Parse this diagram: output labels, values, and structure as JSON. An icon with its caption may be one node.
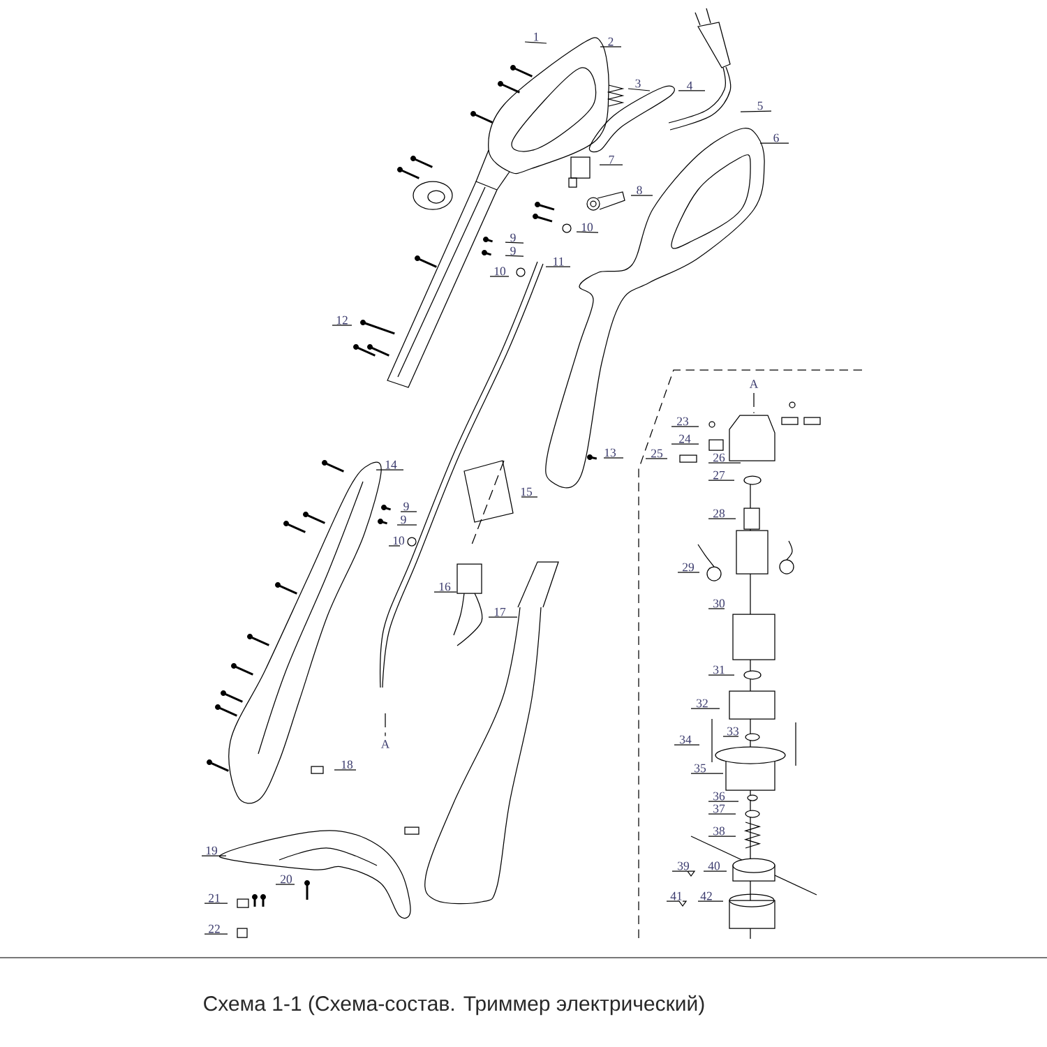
{
  "diagram": {
    "caption": "Схема 1-1 (Схема-состав. Триммер электрический)",
    "nodes": [
      {
        "text": [
          "1"
        ]
      },
      {
        "text": [
          "2"
        ]
      },
      {
        "text": [
          "3"
        ]
      },
      {
        "text": [
          "4"
        ]
      },
      {
        "text": [
          "5"
        ]
      },
      {
        "text": [
          "6"
        ]
      },
      {
        "text": [
          "7"
        ]
      },
      {
        "text": [
          "8"
        ]
      },
      {
        "text": [
          "10"
        ]
      },
      {
        "text": [
          "9"
        ]
      },
      {
        "text": [
          "9"
        ]
      },
      {
        "text": [
          "10"
        ]
      },
      {
        "text": [
          "11"
        ]
      },
      {
        "text": [
          "12"
        ]
      },
      {
        "text": [
          "13"
        ]
      },
      {
        "text": [
          "14"
        ]
      },
      {
        "text": [
          "15"
        ]
      },
      {
        "text": [
          "9"
        ]
      },
      {
        "text": [
          "9"
        ]
      },
      {
        "text": [
          "10"
        ]
      },
      {
        "text": [
          "16"
        ]
      },
      {
        "text": [
          "17"
        ]
      },
      {
        "text": [
          "18"
        ]
      },
      {
        "text": [
          "19"
        ]
      },
      {
        "text": [
          "20"
        ]
      },
      {
        "text": [
          "21"
        ]
      },
      {
        "text": [
          "22"
        ]
      },
      {
        "text": [
          "23"
        ]
      },
      {
        "text": [
          "24"
        ]
      },
      {
        "text": [
          "25"
        ]
      },
      {
        "text": [
          "26"
        ]
      },
      {
        "text": [
          "27"
        ]
      },
      {
        "text": [
          "28"
        ]
      },
      {
        "text": [
          "29"
        ]
      },
      {
        "text": [
          "30"
        ]
      },
      {
        "text": [
          "31"
        ]
      },
      {
        "text": [
          "32"
        ]
      },
      {
        "text": [
          "33"
        ]
      },
      {
        "text": [
          "34"
        ]
      },
      {
        "text": [
          "35"
        ]
      },
      {
        "text": [
          "36"
        ]
      },
      {
        "text": [
          "37"
        ]
      },
      {
        "text": [
          "38"
        ]
      },
      {
        "text": [
          "39"
        ]
      },
      {
        "text": [
          "40"
        ]
      },
      {
        "text": [
          "41"
        ]
      },
      {
        "text": [
          "42"
        ]
      }
    ],
    "edges": [
      {
        "from": 0,
        "to": null,
        "arrow": "none"
      },
      {
        "from": 1,
        "to": null,
        "arrow": "none"
      },
      {
        "from": 2,
        "to": null,
        "arrow": "none"
      },
      {
        "from": 3,
        "to": null,
        "arrow": "none"
      },
      {
        "from": 4,
        "to": null,
        "arrow": "none"
      },
      {
        "from": 5,
        "to": null,
        "arrow": "none"
      },
      {
        "from": 6,
        "to": null,
        "arrow": "none"
      },
      {
        "from": 7,
        "to": null,
        "arrow": "none"
      },
      {
        "from": 8,
        "to": null,
        "arrow": "none"
      },
      {
        "from": 9,
        "to": null,
        "arrow": "none"
      },
      {
        "from": 10,
        "to": null,
        "arrow": "none"
      },
      {
        "from": 11,
        "to": null,
        "arrow": "none"
      },
      {
        "from": 12,
        "to": null,
        "arrow": "none"
      },
      {
        "from": 13,
        "to": null,
        "arrow": "none"
      },
      {
        "from": 14,
        "to": null,
        "arrow": "none"
      },
      {
        "from": 15,
        "to": null,
        "arrow": "none"
      },
      {
        "from": 16,
        "to": null,
        "arrow": "none"
      },
      {
        "from": 17,
        "to": null,
        "arrow": "none"
      },
      {
        "from": 18,
        "to": null,
        "arrow": "none"
      },
      {
        "from": 19,
        "to": null,
        "arrow": "none"
      },
      {
        "from": 20,
        "to": null,
        "arrow": "none"
      },
      {
        "from": 21,
        "to": null,
        "arrow": "none"
      },
      {
        "from": 22,
        "to": null,
        "arrow": "none"
      },
      {
        "from": 23,
        "to": null,
        "arrow": "none"
      },
      {
        "from": 24,
        "to": null,
        "arrow": "none"
      },
      {
        "from": 25,
        "to": null,
        "arrow": "none"
      },
      {
        "from": 26,
        "to": null,
        "arrow": "none"
      },
      {
        "from": 27,
        "to": null,
        "arrow": "none"
      },
      {
        "from": 28,
        "to": null,
        "arrow": "none"
      },
      {
        "from": 29,
        "to": null,
        "arrow": "none"
      },
      {
        "from": 30,
        "to": null,
        "arrow": "none"
      },
      {
        "from": 31,
        "to": null,
        "arrow": "none"
      },
      {
        "from": 32,
        "to": null,
        "arrow": "none"
      },
      {
        "from": 33,
        "to": null,
        "arrow": "none"
      },
      {
        "from": 34,
        "to": null,
        "arrow": "none"
      },
      {
        "from": 35,
        "to": null,
        "arrow": "none"
      },
      {
        "from": 36,
        "to": null,
        "arrow": "none"
      },
      {
        "from": 37,
        "to": null,
        "arrow": "none"
      },
      {
        "from": 38,
        "to": null,
        "arrow": "none"
      },
      {
        "from": 39,
        "to": null,
        "arrow": "none"
      },
      {
        "from": 40,
        "to": null,
        "arrow": "none"
      },
      {
        "from": 41,
        "to": null,
        "arrow": "none"
      },
      {
        "from": 42,
        "to": null,
        "arrow": "none"
      },
      {
        "from": 43,
        "to": null,
        "arrow": "none"
      },
      {
        "from": 44,
        "to": null,
        "arrow": "none"
      },
      {
        "from": 45,
        "to": null,
        "arrow": "none"
      },
      {
        "from": 46,
        "to": null,
        "arrow": "none"
      }
    ],
    "labels": [
      "A",
      "A"
    ]
  }
}
